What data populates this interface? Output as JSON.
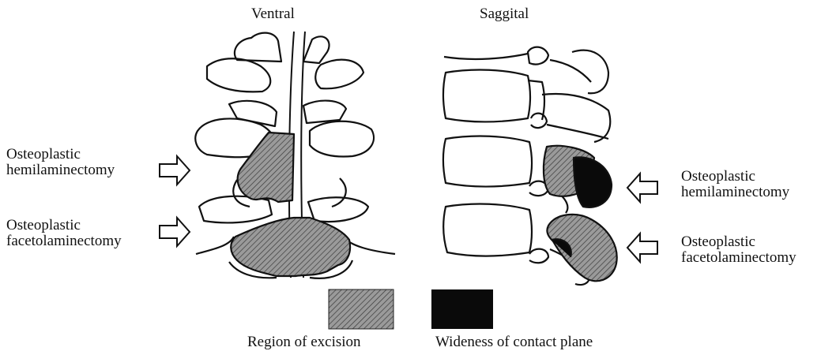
{
  "views": {
    "ventral": "Ventral",
    "sagittal": "Saggital"
  },
  "procedures": {
    "hemi_left": "Osteoplastic\nhemilaminectomy",
    "faceto_left": "Osteoplastic\nfacetolaminectomy",
    "hemi_right": "Osteoplastic\nhemilaminectomy",
    "faceto_right": "Osteoplastic\nfacetolaminectomy"
  },
  "legend": {
    "excision": "Region of excision",
    "contact": "Wideness of contact plane"
  },
  "colors": {
    "ink": "#111111",
    "excision_fill": "#8c8c8c",
    "contact_fill": "#0a0a0a",
    "background": "#ffffff"
  }
}
